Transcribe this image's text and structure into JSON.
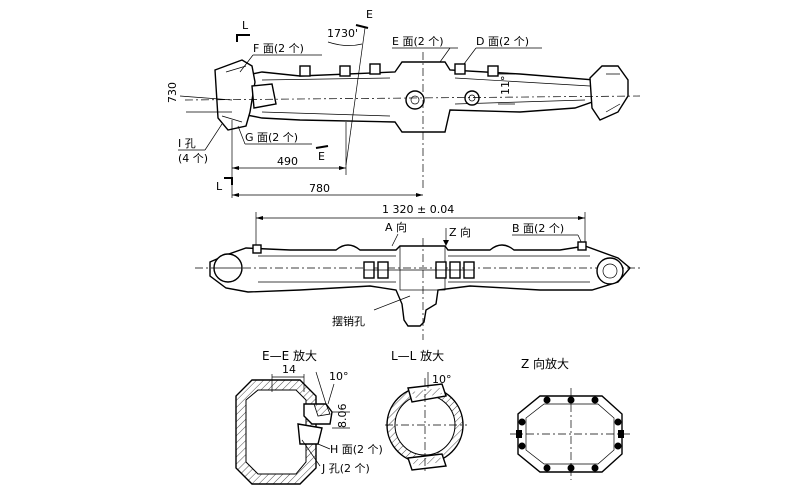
{
  "top_view": {
    "label_L_top": "L",
    "label_E_top": "E",
    "angle_1730": "1730'",
    "label_F_face": "F 面(2 个)",
    "label_E_face": "E 面(2 个)",
    "label_D_face": "D 面(2 个)",
    "dim_730": "730",
    "angle_11": "11°",
    "label_I_hole": "I 孔",
    "label_I_count": "(4 个)",
    "label_G_face": "G 面(2 个)",
    "label_E_bottom": "E",
    "dim_490": "490",
    "label_L_bottom": "L",
    "dim_780": "780"
  },
  "front_view": {
    "dim_1320": "1 320 ± 0.04",
    "label_A_dir": "A 向",
    "label_Z_dir": "Z 向",
    "label_B_face": "B 面(2 个)",
    "label_pin_hole": "摆销孔"
  },
  "details": {
    "ee_title": "E—E 放大",
    "ee_dim_14": "14",
    "ee_angle_10": "10°",
    "ee_dim_806": "8.06",
    "ll_title": "L—L 放大",
    "ll_angle_10": "10°",
    "label_H_face": "H 面(2 个)",
    "label_J_hole": "J 孔(2 个)",
    "z_title": "Z 向放大"
  }
}
